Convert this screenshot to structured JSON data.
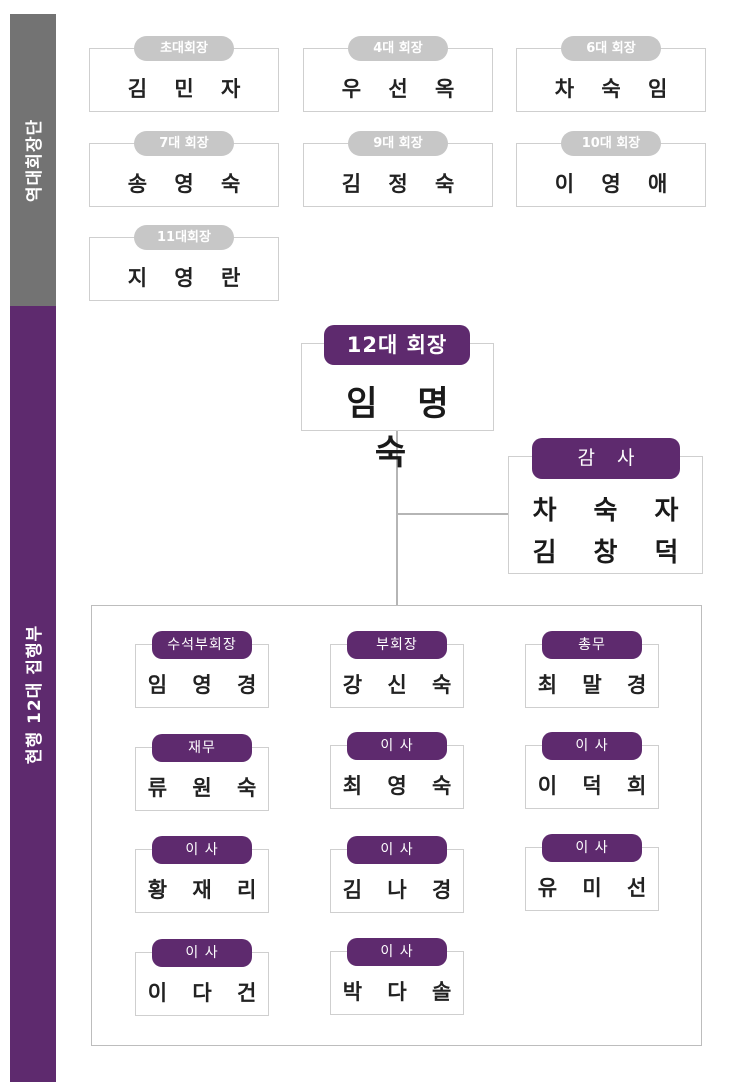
{
  "sidebar": {
    "past_label": "역대회장단",
    "current_label": "현행 12대 집행부"
  },
  "past_presidents": [
    {
      "title": "초대회장",
      "name": "김 민 자"
    },
    {
      "title": "4대 회장",
      "name": "우 선 옥"
    },
    {
      "title": "6대 회장",
      "name": "차 숙 임"
    },
    {
      "title": "7대 회장",
      "name": "송 영 숙"
    },
    {
      "title": "9대 회장",
      "name": "김 정 숙"
    },
    {
      "title": "10대 회장",
      "name": "이 영 애"
    },
    {
      "title": "11대회장",
      "name": "지 영 란"
    }
  ],
  "president": {
    "title": "12대 회장",
    "name": "임 명 숙"
  },
  "auditors": {
    "title": "감 사",
    "names": [
      "차 숙 자",
      "김 창 덕"
    ]
  },
  "members": [
    {
      "title": "수석부회장",
      "name": "임 영 경"
    },
    {
      "title": "부회장",
      "name": "강 신 숙"
    },
    {
      "title": "총무",
      "name": "최 말 경"
    },
    {
      "title": "재무",
      "name": "류 원 숙"
    },
    {
      "title": "이 사",
      "name": "최 영 숙"
    },
    {
      "title": "이 사",
      "name": "이 덕 희"
    },
    {
      "title": "이 사",
      "name": "황 재 리"
    },
    {
      "title": "이 사",
      "name": "김 나 경"
    },
    {
      "title": "이 사",
      "name": "유 미 선"
    },
    {
      "title": "이 사",
      "name": "이 다 건"
    },
    {
      "title": "이 사",
      "name": "박 다 솔"
    }
  ],
  "colors": {
    "accent": "#5e2a6e",
    "past_band": "#737373",
    "past_pill": "#c7c7c7"
  }
}
